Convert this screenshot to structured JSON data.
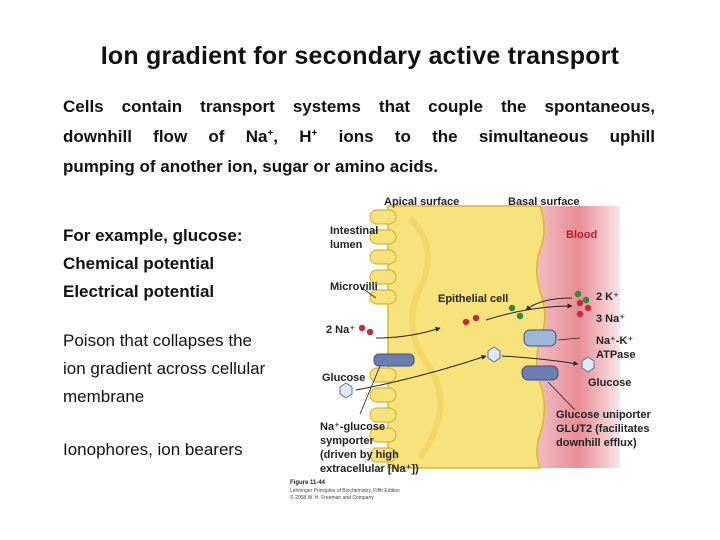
{
  "title": "Ion gradient for secondary active transport",
  "intro": {
    "line1": "Cells contain transport systems that couple the spontaneous,",
    "line2_a": "downhill flow of Na",
    "line2_sup1": "+",
    "line2_b": ", H",
    "line2_sup2": "+",
    "line2_c": " ions to the simultaneous uphill",
    "line3": "pumping of another ion, sugar or amino acids."
  },
  "example": {
    "lines": [
      "For example, glucose:",
      "Chemical potential",
      "Electrical potential"
    ]
  },
  "poison": {
    "lines": [
      "Poison that collapses the",
      "ion gradient across cellular",
      "membrane"
    ]
  },
  "ionophores": "Ionophores, ion bearers",
  "figure": {
    "apical_surface": "Apical surface",
    "basal_surface": "Basal surface",
    "intestinal_lumen_1": "Intestinal",
    "intestinal_lumen_2": "lumen",
    "blood": "Blood",
    "microvilli": "Microvilli",
    "epithelial_cell": "Epithelial cell",
    "two_k": "2 K⁺",
    "three_na": "3 Na⁺",
    "two_na": "2 Na⁺",
    "nak_atpase_1": "Na⁺-K⁺",
    "nak_atpase_2": "ATPase",
    "glucose_left": "Glucose",
    "glucose_right": "Glucose",
    "symporter_1": "Na⁺-glucose",
    "symporter_2": "symporter",
    "symporter_3": "(driven by high",
    "symporter_4": "extracellular [Na⁺])",
    "uniporter_1": "Glucose uniporter",
    "uniporter_2": "GLUT2 (facilitates",
    "uniporter_3": "downhill efflux)",
    "figure_number": "Figure 11-44",
    "caption_1": "Lehninger Principles of Biochemistry, Fifth Edition",
    "caption_2": "© 2008 W. H. Freeman and Company",
    "colors": {
      "cell": "#f7e27c",
      "cell_edge": "#d9b830",
      "blood": "#c8283a",
      "sodium": "#c8283a",
      "potassium": "#2e8b3c",
      "transporter": "#6a7fb0",
      "glucose": "#dfe9f7"
    }
  }
}
